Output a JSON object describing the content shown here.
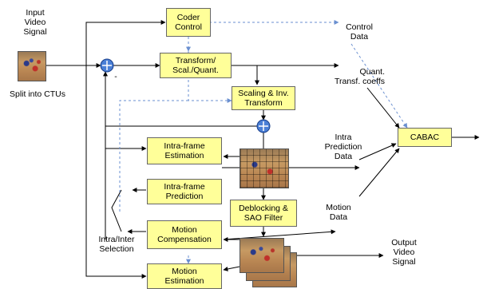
{
  "labels": {
    "input_signal": "Input\nVideo\nSignal",
    "split": "Split into CTUs",
    "control_data": "Control\nData",
    "quant_coeffs": "Quant.\nTransf. coeffs",
    "intra_pred_data": "Intra\nPrediction\nData",
    "motion_data": "Motion\nData",
    "intra_inter": "Intra/Inter\nSelection",
    "output_signal": "Output\nVideo\nSignal",
    "minus_sign": "-"
  },
  "blocks": {
    "coder_control": "Coder\nControl",
    "transform": "Transform/\nScal./Quant.",
    "scaling_inv": "Scaling & Inv.\nTransform",
    "intra_est": "Intra-frame\nEstimation",
    "intra_pred": "Intra-frame\nPrediction",
    "deblocking": "Deblocking &\nSAO Filter",
    "motion_comp": "Motion\nCompensation",
    "motion_est": "Motion\nEstimation",
    "cabac": "CABAC"
  },
  "colors": {
    "block_fill": "#ffff99",
    "adder_fill": "#4a7fd6",
    "line": "#000000",
    "dashed_line": "#6a8fd0"
  }
}
